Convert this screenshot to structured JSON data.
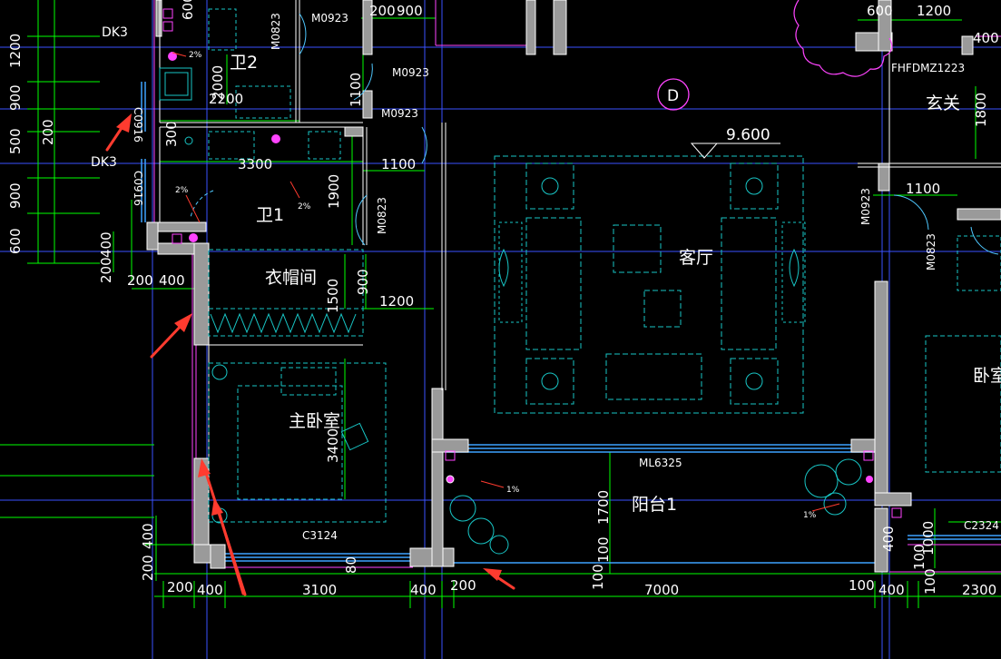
{
  "colors": {
    "background": "#000000",
    "axis": "#3a52ff",
    "dimension": "#00ff00",
    "furniture": "#18c6c6",
    "wall": "#9a9a9a",
    "wall_outline": "#ffffff",
    "window": "#3ea3ff",
    "tree": "#ff44ff",
    "arrow": "#ff3b2f",
    "marker": "#ff44ff",
    "door": "#4fc8ff"
  },
  "rooms": {
    "wei2": "卫2",
    "wei1": "卫1",
    "yimao": "衣帽间",
    "zhuwo": "主卧室",
    "keting": "客厅",
    "yangtai": "阳台1",
    "xuanguan": "玄关",
    "wo": "卧室"
  },
  "labels": {
    "dk3_top": "DK3",
    "dk3_mid": "DK3",
    "m0923_a": "M0923",
    "m0923_b": "M0923",
    "m0923_c": "M0923",
    "m0923_right": "M0923",
    "m0823_a": "M0823",
    "m0823_b": "M0823",
    "m0823_right": "M0823",
    "c0916_a": "C0916",
    "c0916_b": "C0916",
    "c3124": "C3124",
    "c2324": "C2324",
    "ml6325": "ML6325",
    "fhfdmz": "FHFDMZ1223",
    "axis_d": "D",
    "elevation": "9.600",
    "slope1": "2%",
    "slope2": "2%",
    "slope3": "2%",
    "slope4": "1%",
    "slope5": "1%"
  },
  "dims": {
    "left_1200": "1200",
    "left_900a": "900",
    "left_500": "500",
    "left_900b": "900",
    "left_600": "600",
    "left_200": "200",
    "left_400a": "400",
    "left_200b": "200",
    "bot_200a": "200",
    "bot_400a": "400",
    "bot_3100": "3100",
    "bot_400b": "400",
    "bot_200b": "200",
    "bot_7000": "7000",
    "bot_100a": "100",
    "bot_400c": "400",
    "bot_100b": "100",
    "bot_2300": "2300",
    "top_200": "200",
    "top_900": "900",
    "top_600": "600",
    "top_1200": "1200",
    "top_400": "400",
    "d_2000": "2000",
    "d_2200": "2200",
    "d_1100a": "1100",
    "d_300": "300",
    "d_3300": "3300",
    "d_1100b": "1100",
    "d_1900": "1900",
    "d_200_400_a": "200",
    "d_200_400_b": "400",
    "d_1500": "1500",
    "d_900": "900",
    "d_1200": "1200",
    "d_3400": "3400",
    "d_400l": "400",
    "d_200l": "200",
    "d_80": "80",
    "d_1700": "1700",
    "d_100v": "100",
    "d_100v2": "100",
    "d_1100r": "1100",
    "d_1800": "1800",
    "d_1000": "1000",
    "d_100r": "100",
    "d_600": "600",
    "d_400r": "400"
  }
}
